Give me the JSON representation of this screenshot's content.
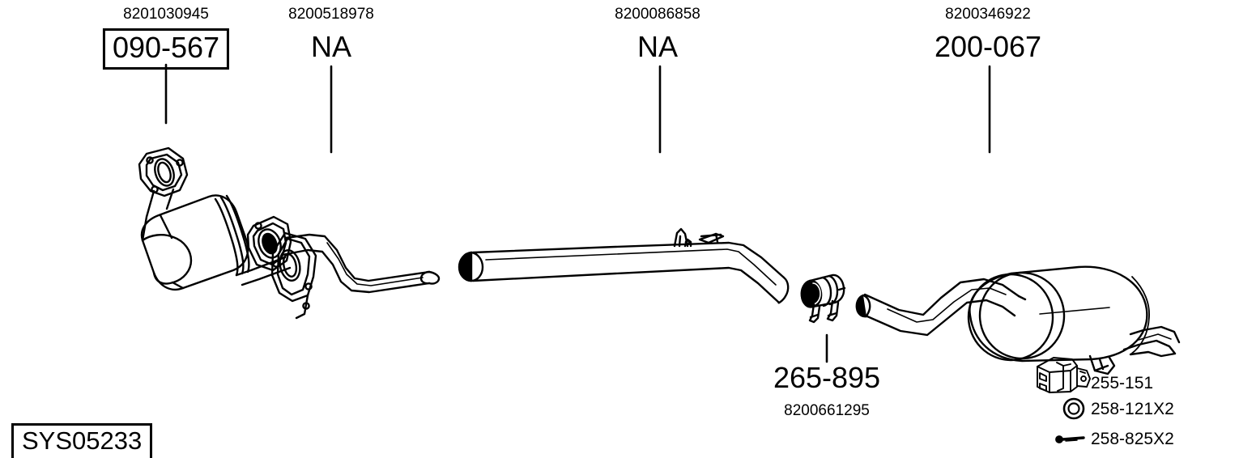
{
  "diagram": {
    "system_code": "SYS05233",
    "top_parts": [
      {
        "oem": "8201030945",
        "code": "090-567",
        "boxed": true,
        "name": "catalytic-converter"
      },
      {
        "oem": "8200518978",
        "code": "NA",
        "boxed": false,
        "name": "front-pipe"
      },
      {
        "oem": "8200086858",
        "code": "NA",
        "boxed": false,
        "name": "centre-pipe"
      },
      {
        "oem": "8200346922",
        "code": "200-067",
        "boxed": false,
        "name": "rear-silencer"
      }
    ],
    "bottom_parts": [
      {
        "code": "265-895",
        "oem": "8200661295",
        "name": "clamp"
      }
    ],
    "legend": [
      {
        "icon": "bracket-icon",
        "code": "255-151"
      },
      {
        "icon": "ring-washer-icon",
        "code": "258-121X2"
      },
      {
        "icon": "bolt-icon",
        "code": "258-825X2"
      }
    ]
  },
  "colors": {
    "line": "#000000",
    "background": "#ffffff"
  }
}
